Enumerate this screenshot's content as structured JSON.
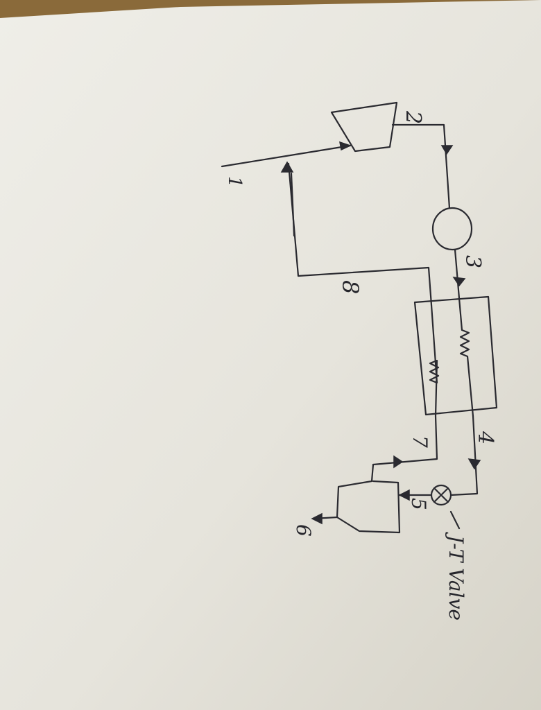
{
  "diagram": {
    "state_labels": {
      "s1": "1",
      "s2": "2",
      "s3": "3",
      "s4": "4",
      "s5": "5",
      "s6": "6",
      "s7": "7",
      "s8": "8"
    },
    "valve_label": "J-T Valve"
  },
  "colors": {
    "paper": "#ecebe4",
    "ink": "#2a2a30",
    "desk": "#8a6a3a"
  }
}
